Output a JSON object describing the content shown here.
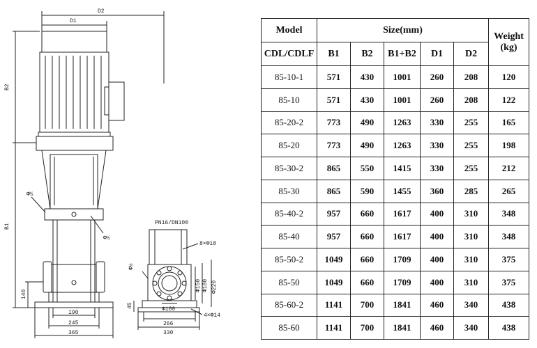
{
  "drawing": {
    "dimensions": {
      "d2": "D2",
      "d1": "D1",
      "b2": "B2",
      "b1": "B1",
      "h140": "140",
      "w190": "190",
      "w245": "245",
      "w365": "365",
      "phi_left_top": "Φ½",
      "phi_right": "Φ½",
      "phi_small_view": "Φ½",
      "flange": "PN16/DN100",
      "bolts8": "8×Φ18",
      "bolts4": "4×Φ14",
      "d150": "Φ150",
      "d180": "Φ180",
      "d220": "Φ220",
      "d100": "Φ100",
      "h45": "45",
      "w266": "266",
      "w330": "330"
    }
  },
  "table": {
    "header": {
      "model": "Model",
      "size": "Size(mm)",
      "weight": "Weight",
      "weight_unit": "(kg)",
      "series": "CDL/CDLF",
      "cols": [
        "B1",
        "B2",
        "B1+B2",
        "D1",
        "D2"
      ]
    },
    "rows": [
      {
        "model": "85-10-1",
        "b1": "571",
        "b2": "430",
        "b12": "1001",
        "d1": "260",
        "d2": "208",
        "w": "120"
      },
      {
        "model": "85-10",
        "b1": "571",
        "b2": "430",
        "b12": "1001",
        "d1": "260",
        "d2": "208",
        "w": "122"
      },
      {
        "model": "85-20-2",
        "b1": "773",
        "b2": "490",
        "b12": "1263",
        "d1": "330",
        "d2": "255",
        "w": "165"
      },
      {
        "model": "85-20",
        "b1": "773",
        "b2": "490",
        "b12": "1263",
        "d1": "330",
        "d2": "255",
        "w": "198"
      },
      {
        "model": "85-30-2",
        "b1": "865",
        "b2": "550",
        "b12": "1415",
        "d1": "330",
        "d2": "255",
        "w": "212"
      },
      {
        "model": "85-30",
        "b1": "865",
        "b2": "590",
        "b12": "1455",
        "d1": "360",
        "d2": "285",
        "w": "265"
      },
      {
        "model": "85-40-2",
        "b1": "957",
        "b2": "660",
        "b12": "1617",
        "d1": "400",
        "d2": "310",
        "w": "348"
      },
      {
        "model": "85-40",
        "b1": "957",
        "b2": "660",
        "b12": "1617",
        "d1": "400",
        "d2": "310",
        "w": "348"
      },
      {
        "model": "85-50-2",
        "b1": "1049",
        "b2": "660",
        "b12": "1709",
        "d1": "400",
        "d2": "310",
        "w": "375"
      },
      {
        "model": "85-50",
        "b1": "1049",
        "b2": "660",
        "b12": "1709",
        "d1": "400",
        "d2": "310",
        "w": "375"
      },
      {
        "model": "85-60-2",
        "b1": "1141",
        "b2": "700",
        "b12": "1841",
        "d1": "460",
        "d2": "340",
        "w": "438"
      },
      {
        "model": "85-60",
        "b1": "1141",
        "b2": "700",
        "b12": "1841",
        "d1": "460",
        "d2": "340",
        "w": "438"
      }
    ]
  }
}
